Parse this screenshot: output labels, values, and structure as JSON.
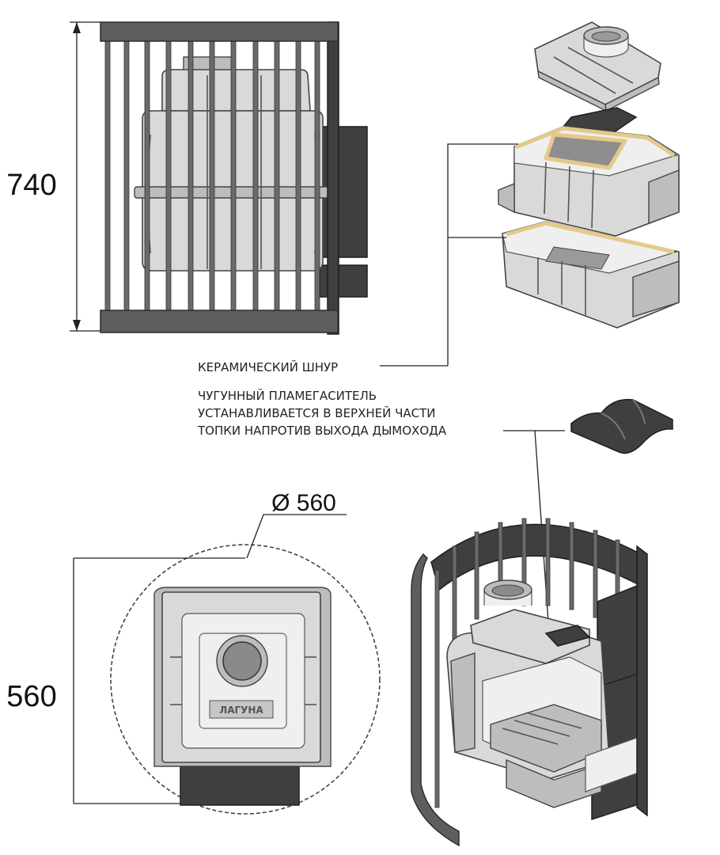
{
  "dimensions": {
    "height": "740",
    "width": "560",
    "diameter": "Ø 560"
  },
  "annotations": {
    "ceramic_cord": "КЕРАМИЧЕСКИЙ ШНУР",
    "flame_arrester_line1": "ЧУГУННЫЙ ПЛАМЕГАСИТЕЛЬ",
    "flame_arrester_line2": "УСТАНАВЛИВАЕТСЯ В ВЕРХНЕЙ ЧАСТИ",
    "flame_arrester_line3": "ТОПКИ НАПРОТИВ ВЫХОДА ДЫМОХОДА"
  },
  "logo_text": "ЛАГУНА",
  "colors": {
    "metal": "#5e5e5e",
    "cast_iron": "#d9d9d9",
    "ceramic_cord": "#e4c98a"
  }
}
